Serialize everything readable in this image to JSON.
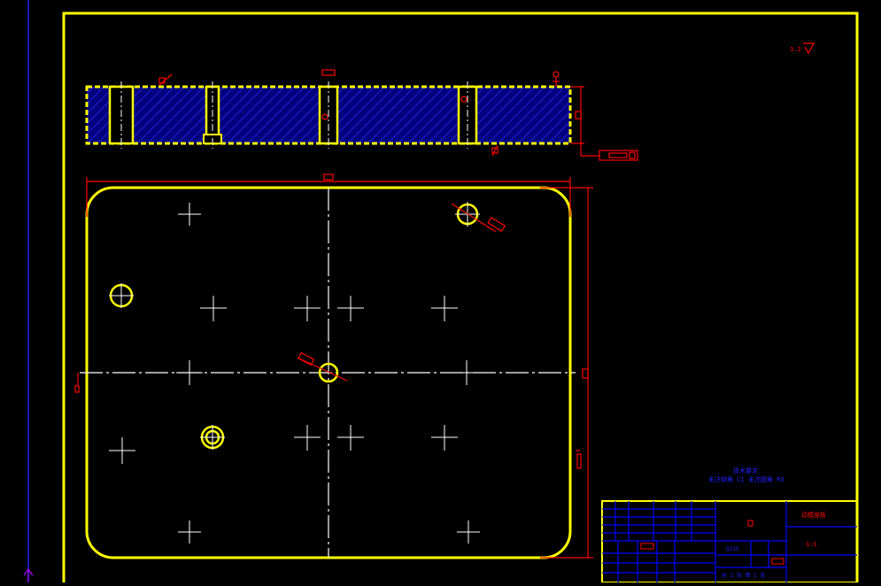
{
  "drawing": {
    "colors": {
      "background": "#000000",
      "frame": "#ffff00",
      "outline": "#ffff00",
      "centerline": "#ffffff",
      "dimension": "#ff0000",
      "hatch_fill": "#000080",
      "hatch_line": "#3a3aff",
      "title_block": "#0000ff",
      "ucs": "#aa00ff"
    },
    "roughness_note": "3.2",
    "tech_requirements": {
      "heading": "技术要求",
      "line1": "未注倒角 C1 未注圆角 R3"
    },
    "title_block": {
      "part_name": "动模座板",
      "material": "Q235",
      "scale": "1:1",
      "sheet": "共 1 张 第 1 张"
    }
  }
}
